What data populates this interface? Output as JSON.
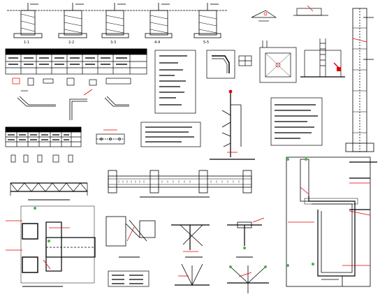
{
  "sheet": {
    "background": "#ffffff",
    "line_color": "#000000",
    "accent_red": "#e00000",
    "accent_green": "#4caf50"
  },
  "footing_sections": [
    {
      "label": "1-1"
    },
    {
      "label": "2-2"
    },
    {
      "label": "3-3"
    },
    {
      "label": "4-4"
    },
    {
      "label": "5-5"
    }
  ],
  "tables": {
    "upper": {
      "rows": 3,
      "cols": 9
    },
    "lower": {
      "rows": 3,
      "cols": 7
    }
  }
}
